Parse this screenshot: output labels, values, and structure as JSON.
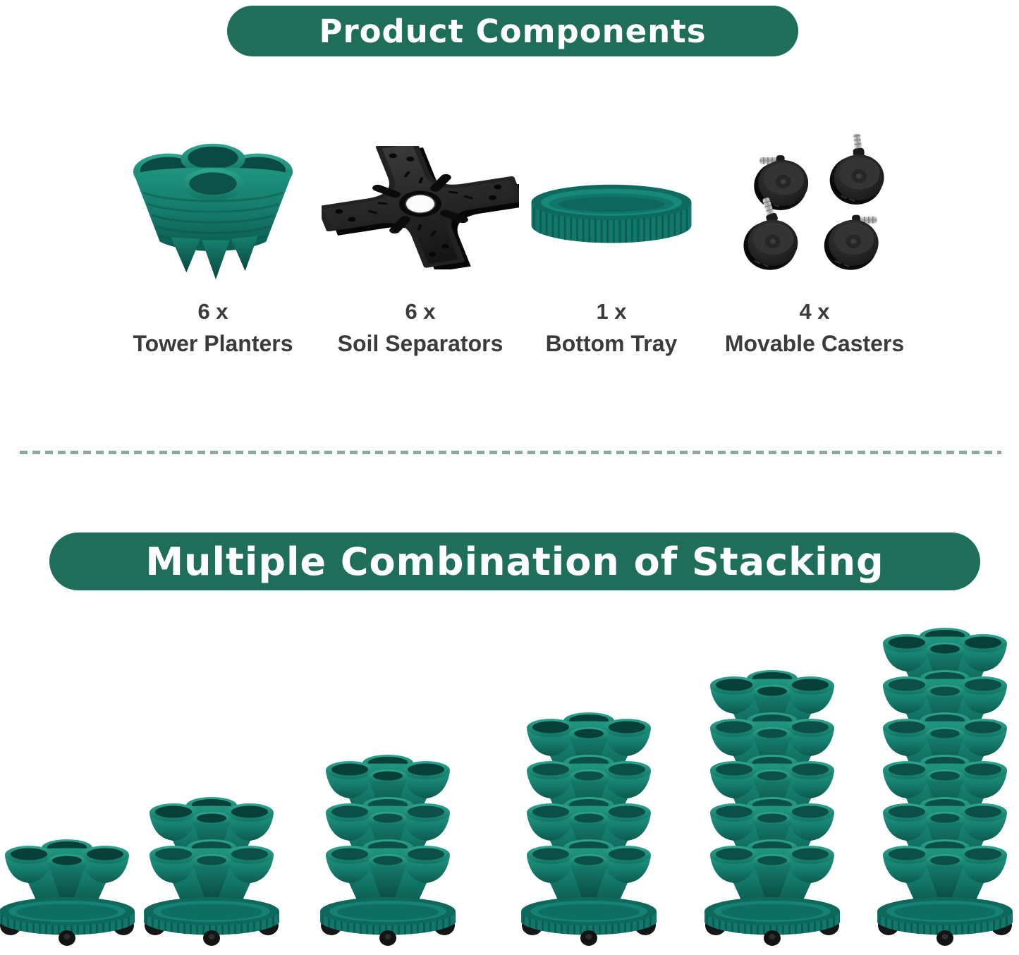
{
  "colors": {
    "background": "#ffffff",
    "banner_green": "#1e6e5a",
    "planter_teal": "#15806f",
    "hardware_black": "#1a1a1a",
    "dash_line": "#8aa8a2",
    "label_text": "#3b3b3b"
  },
  "section_components": {
    "title": "Product Components",
    "items": [
      {
        "icon": "tower-planters-icon",
        "qty": "6 x",
        "label": "Tower Planters"
      },
      {
        "icon": "soil-separators-icon",
        "qty": "6 x",
        "label": "Soil Separators"
      },
      {
        "icon": "bottom-tray-icon",
        "qty": "1 x",
        "label": "Bottom Tray"
      },
      {
        "icon": "movable-casters-icon",
        "qty": "4 x",
        "label": "Movable Casters"
      }
    ]
  },
  "section_stacking": {
    "title": "Multiple Combination of Stacking",
    "towers": [
      {
        "tiers": 1
      },
      {
        "tiers": 2
      },
      {
        "tiers": 3
      },
      {
        "tiers": 4
      },
      {
        "tiers": 5
      },
      {
        "tiers": 6
      }
    ]
  }
}
